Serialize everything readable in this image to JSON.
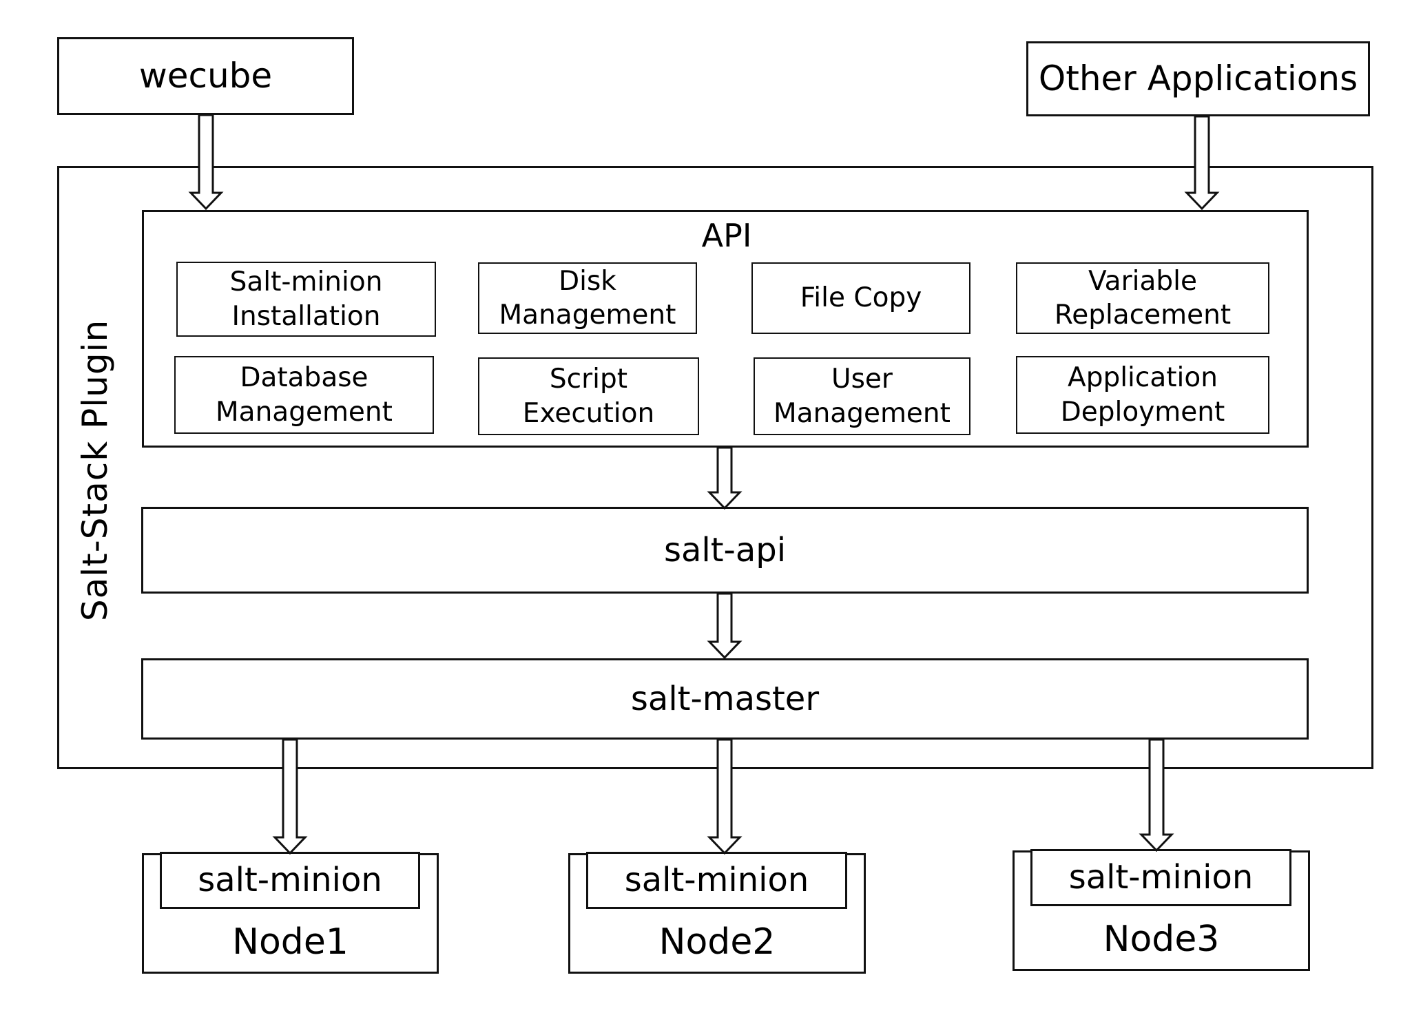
{
  "diagram": {
    "sources": {
      "wecube": "wecube",
      "other_applications": "Other Applications"
    },
    "plugin_title": "Salt-Stack Plugin",
    "api": {
      "title": "API",
      "functions": [
        {
          "label": "Salt-minion\nInstallation"
        },
        {
          "label": "Disk\nManagement"
        },
        {
          "label": "File Copy"
        },
        {
          "label": "Variable\nReplacement"
        },
        {
          "label": "Database\nManagement"
        },
        {
          "label": "Script\nExecution"
        },
        {
          "label": "User\nManagement"
        },
        {
          "label": "Application\nDeployment"
        }
      ]
    },
    "salt_api": "salt-api",
    "salt_master": "salt-master",
    "nodes": [
      {
        "minion": "salt-minion",
        "name": "Node1"
      },
      {
        "minion": "salt-minion",
        "name": "Node2"
      },
      {
        "minion": "salt-minion",
        "name": "Node3"
      }
    ],
    "colors": {
      "stroke": "#111111",
      "fill": "#ffffff"
    }
  }
}
